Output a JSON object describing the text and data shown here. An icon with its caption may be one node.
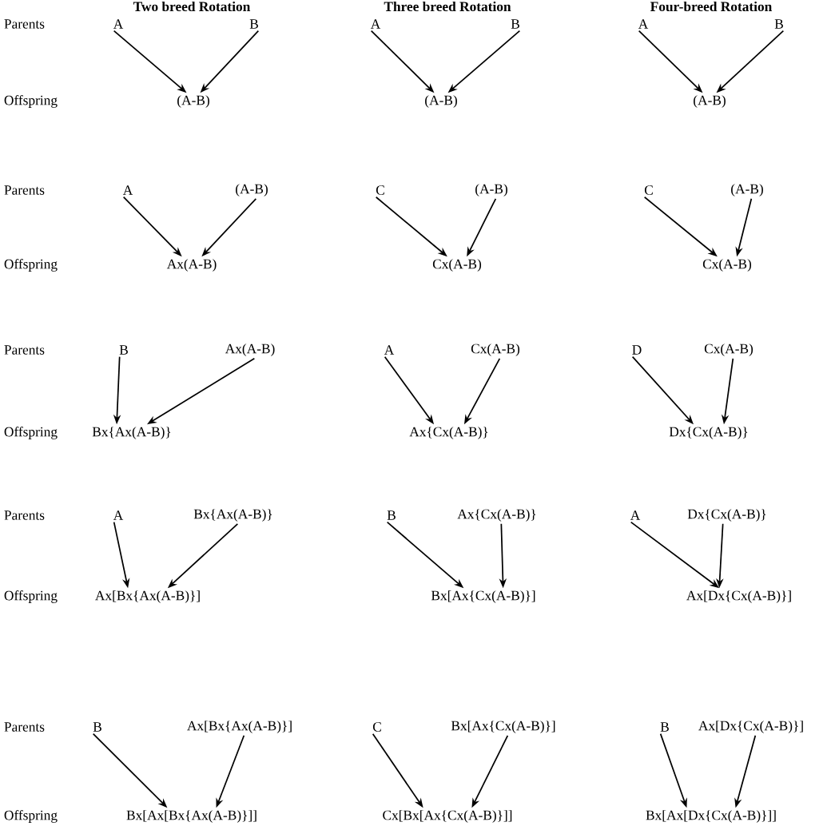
{
  "diagram": {
    "nodes": [
      {
        "text": [
          "A"
        ]
      },
      {
        "text": [
          "B"
        ]
      },
      {
        "text": [
          "A"
        ]
      },
      {
        "text": [
          "B"
        ]
      },
      {
        "text": [
          "A"
        ]
      },
      {
        "text": [
          "B"
        ]
      },
      {
        "text": [
          "(A-B)"
        ]
      },
      {
        "text": [
          "(A-B)"
        ]
      },
      {
        "text": [
          "(A-B)"
        ]
      },
      {
        "text": [
          "A"
        ]
      },
      {
        "text": [
          "(A-B)"
        ]
      },
      {
        "text": [
          "C"
        ]
      },
      {
        "text": [
          "(A-B)"
        ]
      },
      {
        "text": [
          "C"
        ]
      },
      {
        "text": [
          "(A-B)"
        ]
      },
      {
        "text": [
          "Ax(A-B)"
        ]
      },
      {
        "text": [
          "Cx(A-B)"
        ]
      },
      {
        "text": [
          "Cx(A-B)"
        ]
      },
      {
        "text": [
          "B"
        ]
      },
      {
        "text": [
          "Ax(A-B)"
        ]
      },
      {
        "text": [
          "A"
        ]
      },
      {
        "text": [
          "Cx(A-B)"
        ]
      },
      {
        "text": [
          "D"
        ]
      },
      {
        "text": [
          "Cx(A-B)"
        ]
      },
      {
        "text": [
          "Bx{Ax(A-B)}"
        ]
      },
      {
        "text": [
          "Ax{Cx(A-B)}"
        ]
      },
      {
        "text": [
          "Dx{Cx(A-B)}"
        ]
      },
      {
        "text": [
          "A"
        ]
      },
      {
        "text": [
          "Bx{Ax(A-B)}"
        ]
      },
      {
        "text": [
          "B"
        ]
      },
      {
        "text": [
          "Ax{Cx(A-B)}"
        ]
      },
      {
        "text": [
          "A"
        ]
      },
      {
        "text": [
          "Dx{Cx(A-B)}"
        ]
      },
      {
        "text": [
          "Ax[Bx{Ax(A-B)}]"
        ]
      },
      {
        "text": [
          "Bx[Ax{Cx(A-B)}]"
        ]
      },
      {
        "text": [
          "Ax[Dx{Cx(A-B)}]"
        ]
      },
      {
        "text": [
          "B"
        ]
      },
      {
        "text": [
          "Ax[Bx{Ax(A-B)}]"
        ]
      },
      {
        "text": [
          "C"
        ]
      },
      {
        "text": [
          "Bx[Ax{Cx(A-B)}]"
        ]
      },
      {
        "text": [
          "B"
        ]
      },
      {
        "text": [
          "Ax[Dx{Cx(A-B)}]"
        ]
      },
      {
        "text": [
          "Bx[Ax[Bx{Ax(A-B)}]]"
        ]
      },
      {
        "text": [
          "Cx[Bx[Ax{Cx(A-B)}]]"
        ]
      },
      {
        "text": [
          "Bx[Ax[Dx{Cx(A-B)}]]"
        ]
      }
    ],
    "edges": [
      {
        "from": 0,
        "to": 6,
        "arrow": "to"
      },
      {
        "from": 1,
        "to": 6,
        "arrow": "to"
      },
      {
        "from": 2,
        "to": 7,
        "arrow": "to"
      },
      {
        "from": 3,
        "to": 7,
        "arrow": "to"
      },
      {
        "from": 4,
        "to": 8,
        "arrow": "to"
      },
      {
        "from": 5,
        "to": 8,
        "arrow": "to"
      },
      {
        "from": 9,
        "to": 15,
        "arrow": "to"
      },
      {
        "from": 10,
        "to": 15,
        "arrow": "to"
      },
      {
        "from": 11,
        "to": 16,
        "arrow": "to"
      },
      {
        "from": 12,
        "to": 16,
        "arrow": "to"
      },
      {
        "from": 13,
        "to": 17,
        "arrow": "to"
      },
      {
        "from": 14,
        "to": 17,
        "arrow": "to"
      },
      {
        "from": 18,
        "to": 24,
        "arrow": "to"
      },
      {
        "from": 19,
        "to": 24,
        "arrow": "to"
      },
      {
        "from": 20,
        "to": 25,
        "arrow": "to"
      },
      {
        "from": 21,
        "to": 25,
        "arrow": "to"
      },
      {
        "from": 22,
        "to": 26,
        "arrow": "to"
      },
      {
        "from": 23,
        "to": 26,
        "arrow": "to"
      },
      {
        "from": 27,
        "to": 33,
        "arrow": "to"
      },
      {
        "from": 28,
        "to": 33,
        "arrow": "to"
      },
      {
        "from": 29,
        "to": 34,
        "arrow": "to"
      },
      {
        "from": 30,
        "to": 34,
        "arrow": "to"
      },
      {
        "from": 31,
        "to": 35,
        "arrow": "to"
      },
      {
        "from": 32,
        "to": 35,
        "arrow": "to"
      },
      {
        "from": 36,
        "to": 42,
        "arrow": "to"
      },
      {
        "from": 37,
        "to": 42,
        "arrow": "to"
      },
      {
        "from": 38,
        "to": 43,
        "arrow": "to"
      },
      {
        "from": 39,
        "to": 43,
        "arrow": "to"
      },
      {
        "from": 40,
        "to": 44,
        "arrow": "to"
      },
      {
        "from": 41,
        "to": 44,
        "arrow": "to"
      }
    ],
    "labels": [
      "Two breed Rotation",
      "Three breed Rotation",
      "Four-breed Rotation",
      "Parents",
      "Offspring",
      "Parents",
      "Offspring",
      "Parents",
      "Offspring",
      "Parents",
      "Offspring",
      "Parents",
      "Offspring"
    ]
  }
}
